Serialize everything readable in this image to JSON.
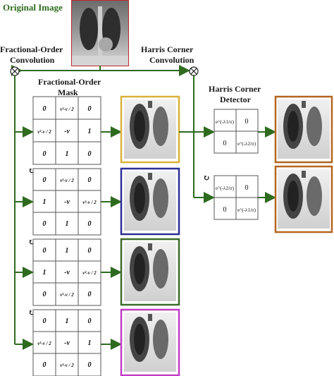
{
  "labels": {
    "original_image": "Original Image",
    "fractional_order_convolution": [
      "Fractional-Order",
      "Convolution"
    ],
    "harris_corner_convolution": [
      "Harris Corner",
      "Convolution"
    ],
    "fractional_order_mask": [
      "Fractional-Order",
      "Mask"
    ],
    "harris_corner_detector": [
      "Harris Corner",
      "Detector"
    ]
  },
  "operator_symbol": "⊗",
  "rotate_symbol": "↻",
  "masks": [
    {
      "rows": [
        [
          "0",
          "v²-v / 2",
          "0"
        ],
        [
          "v²-v / 2",
          "-v",
          "1"
        ],
        [
          "0",
          "1",
          "0"
        ]
      ],
      "frame_color": "#d8b23a"
    },
    {
      "rows": [
        [
          "0",
          "v²-v / 2",
          "0"
        ],
        [
          "1",
          "-v",
          "v²-v / 2"
        ],
        [
          "0",
          "1",
          "0"
        ]
      ],
      "frame_color": "#2b2f96"
    },
    {
      "rows": [
        [
          "0",
          "1",
          "0"
        ],
        [
          "1",
          "-v",
          "v²-v / 2"
        ],
        [
          "0",
          "v²-v / 2",
          "0"
        ]
      ],
      "frame_color": "#3a6b2a"
    },
    {
      "rows": [
        [
          "0",
          "1",
          "0"
        ],
        [
          "v²-v / 2",
          "-v",
          "1"
        ],
        [
          "0",
          "v²-v / 2",
          "0"
        ]
      ],
      "frame_color": "#c23ac4"
    }
  ],
  "harris": [
    {
      "top_left": "e^(-λ1/σ)",
      "top_right": "0",
      "bottom_left": "0",
      "bottom_right": "e^(-λ2/σ)",
      "frame_color": "#b5651d"
    },
    {
      "top_left": "e^(-λ2/σ)",
      "top_right": "0",
      "bottom_left": "0",
      "bottom_right": "e^(-λ1/σ)",
      "frame_color": "#b5651d"
    }
  ],
  "colors": {
    "line": "#2e6b1f",
    "title": "#2e6b1f",
    "original_frame": "#c0282c"
  }
}
